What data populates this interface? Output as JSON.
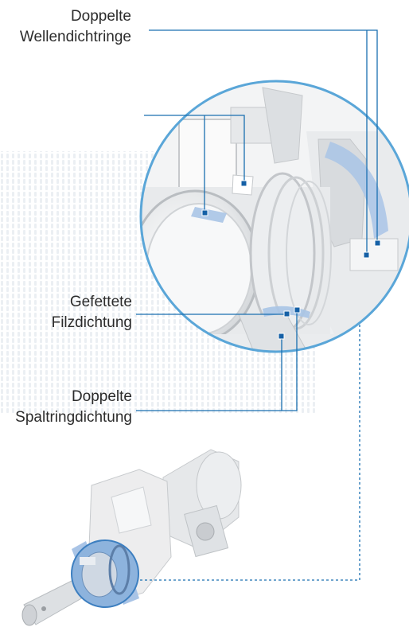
{
  "labels": {
    "shaft_seals": {
      "line1": "Doppelte",
      "line2": "Wellendichtringe"
    },
    "felt_seal": {
      "line1": "Gefettete",
      "line2": "Filzdichtung"
    },
    "gap_ring_seal": {
      "line1": "Doppelte",
      "line2": "Spaltringdichtung"
    }
  },
  "colors": {
    "leader_line": "#1a6fb0",
    "marker": "#1560a6",
    "seal_highlight": "#a9c4e6",
    "magnifier_border": "#5aa6d8",
    "background_dots": "#e9edf2"
  },
  "icons": [
    "magnifier-circle",
    "gear-motor-illustration"
  ]
}
